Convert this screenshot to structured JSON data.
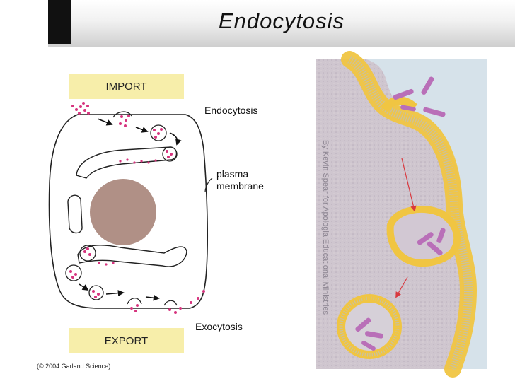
{
  "slide": {
    "title": "Endocytosis"
  },
  "diagram": {
    "import_label": "IMPORT",
    "export_label": "EXPORT",
    "plasma_membrane_label_line1": "plasma",
    "plasma_membrane_label_line2": "membrane",
    "endocytosis_label": "Endocytosis",
    "exocytosis_label": "Exocytosis",
    "copyright": "(© 2004 Garland Science)"
  },
  "illustration": {
    "credit": "By Kevin Spear for Apologia Educational Ministries"
  },
  "colors": {
    "banner": "#f7eeaa",
    "vesicle_cargo": "#d6347e",
    "nucleus": "#b09086",
    "membrane_yellow": "#f0c542",
    "cargo_rods": "#b96fb8",
    "arrow": "#d9383e"
  }
}
